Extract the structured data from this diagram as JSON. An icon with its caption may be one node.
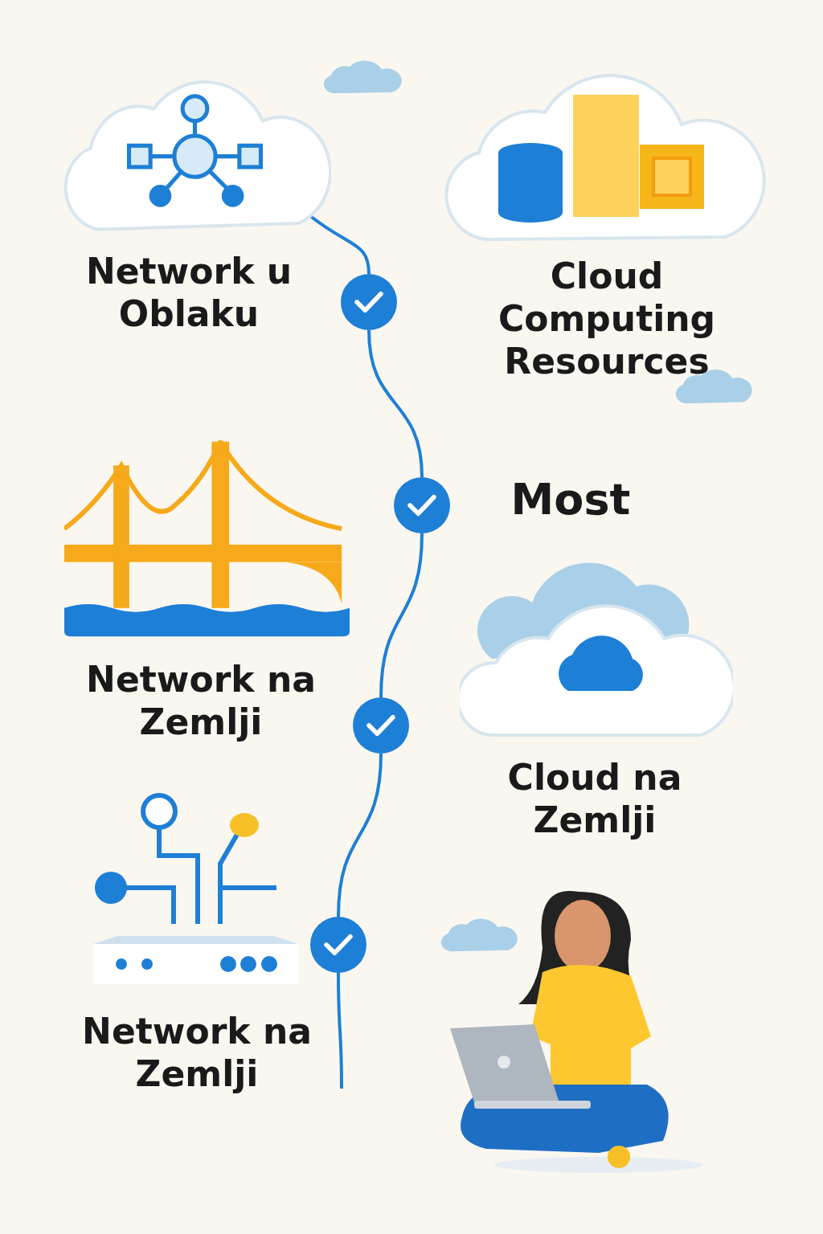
{
  "diagram": {
    "nodes": [
      {
        "text": [],
        "shape": "cloud"
      },
      {
        "text": [],
        "shape": "circle"
      },
      {
        "text": [],
        "shape": "circle"
      },
      {
        "text": [],
        "shape": "circle"
      },
      {
        "text": [],
        "shape": "circle"
      }
    ],
    "edges": [
      {
        "from": 0,
        "to": 1,
        "arrow": "none"
      },
      {
        "from": 1,
        "to": 2,
        "arrow": "none"
      },
      {
        "from": 2,
        "to": 3,
        "arrow": "none"
      },
      {
        "from": 3,
        "to": 4,
        "arrow": "none"
      },
      {
        "from": 4,
        "to": null,
        "arrow": "none"
      }
    ],
    "labels": [
      "Network u Oblaku",
      "Cloud Computing Resources",
      "Most",
      "Network na Zemlji",
      "Cloud na Zemlji",
      "Network na Zemlji"
    ]
  }
}
